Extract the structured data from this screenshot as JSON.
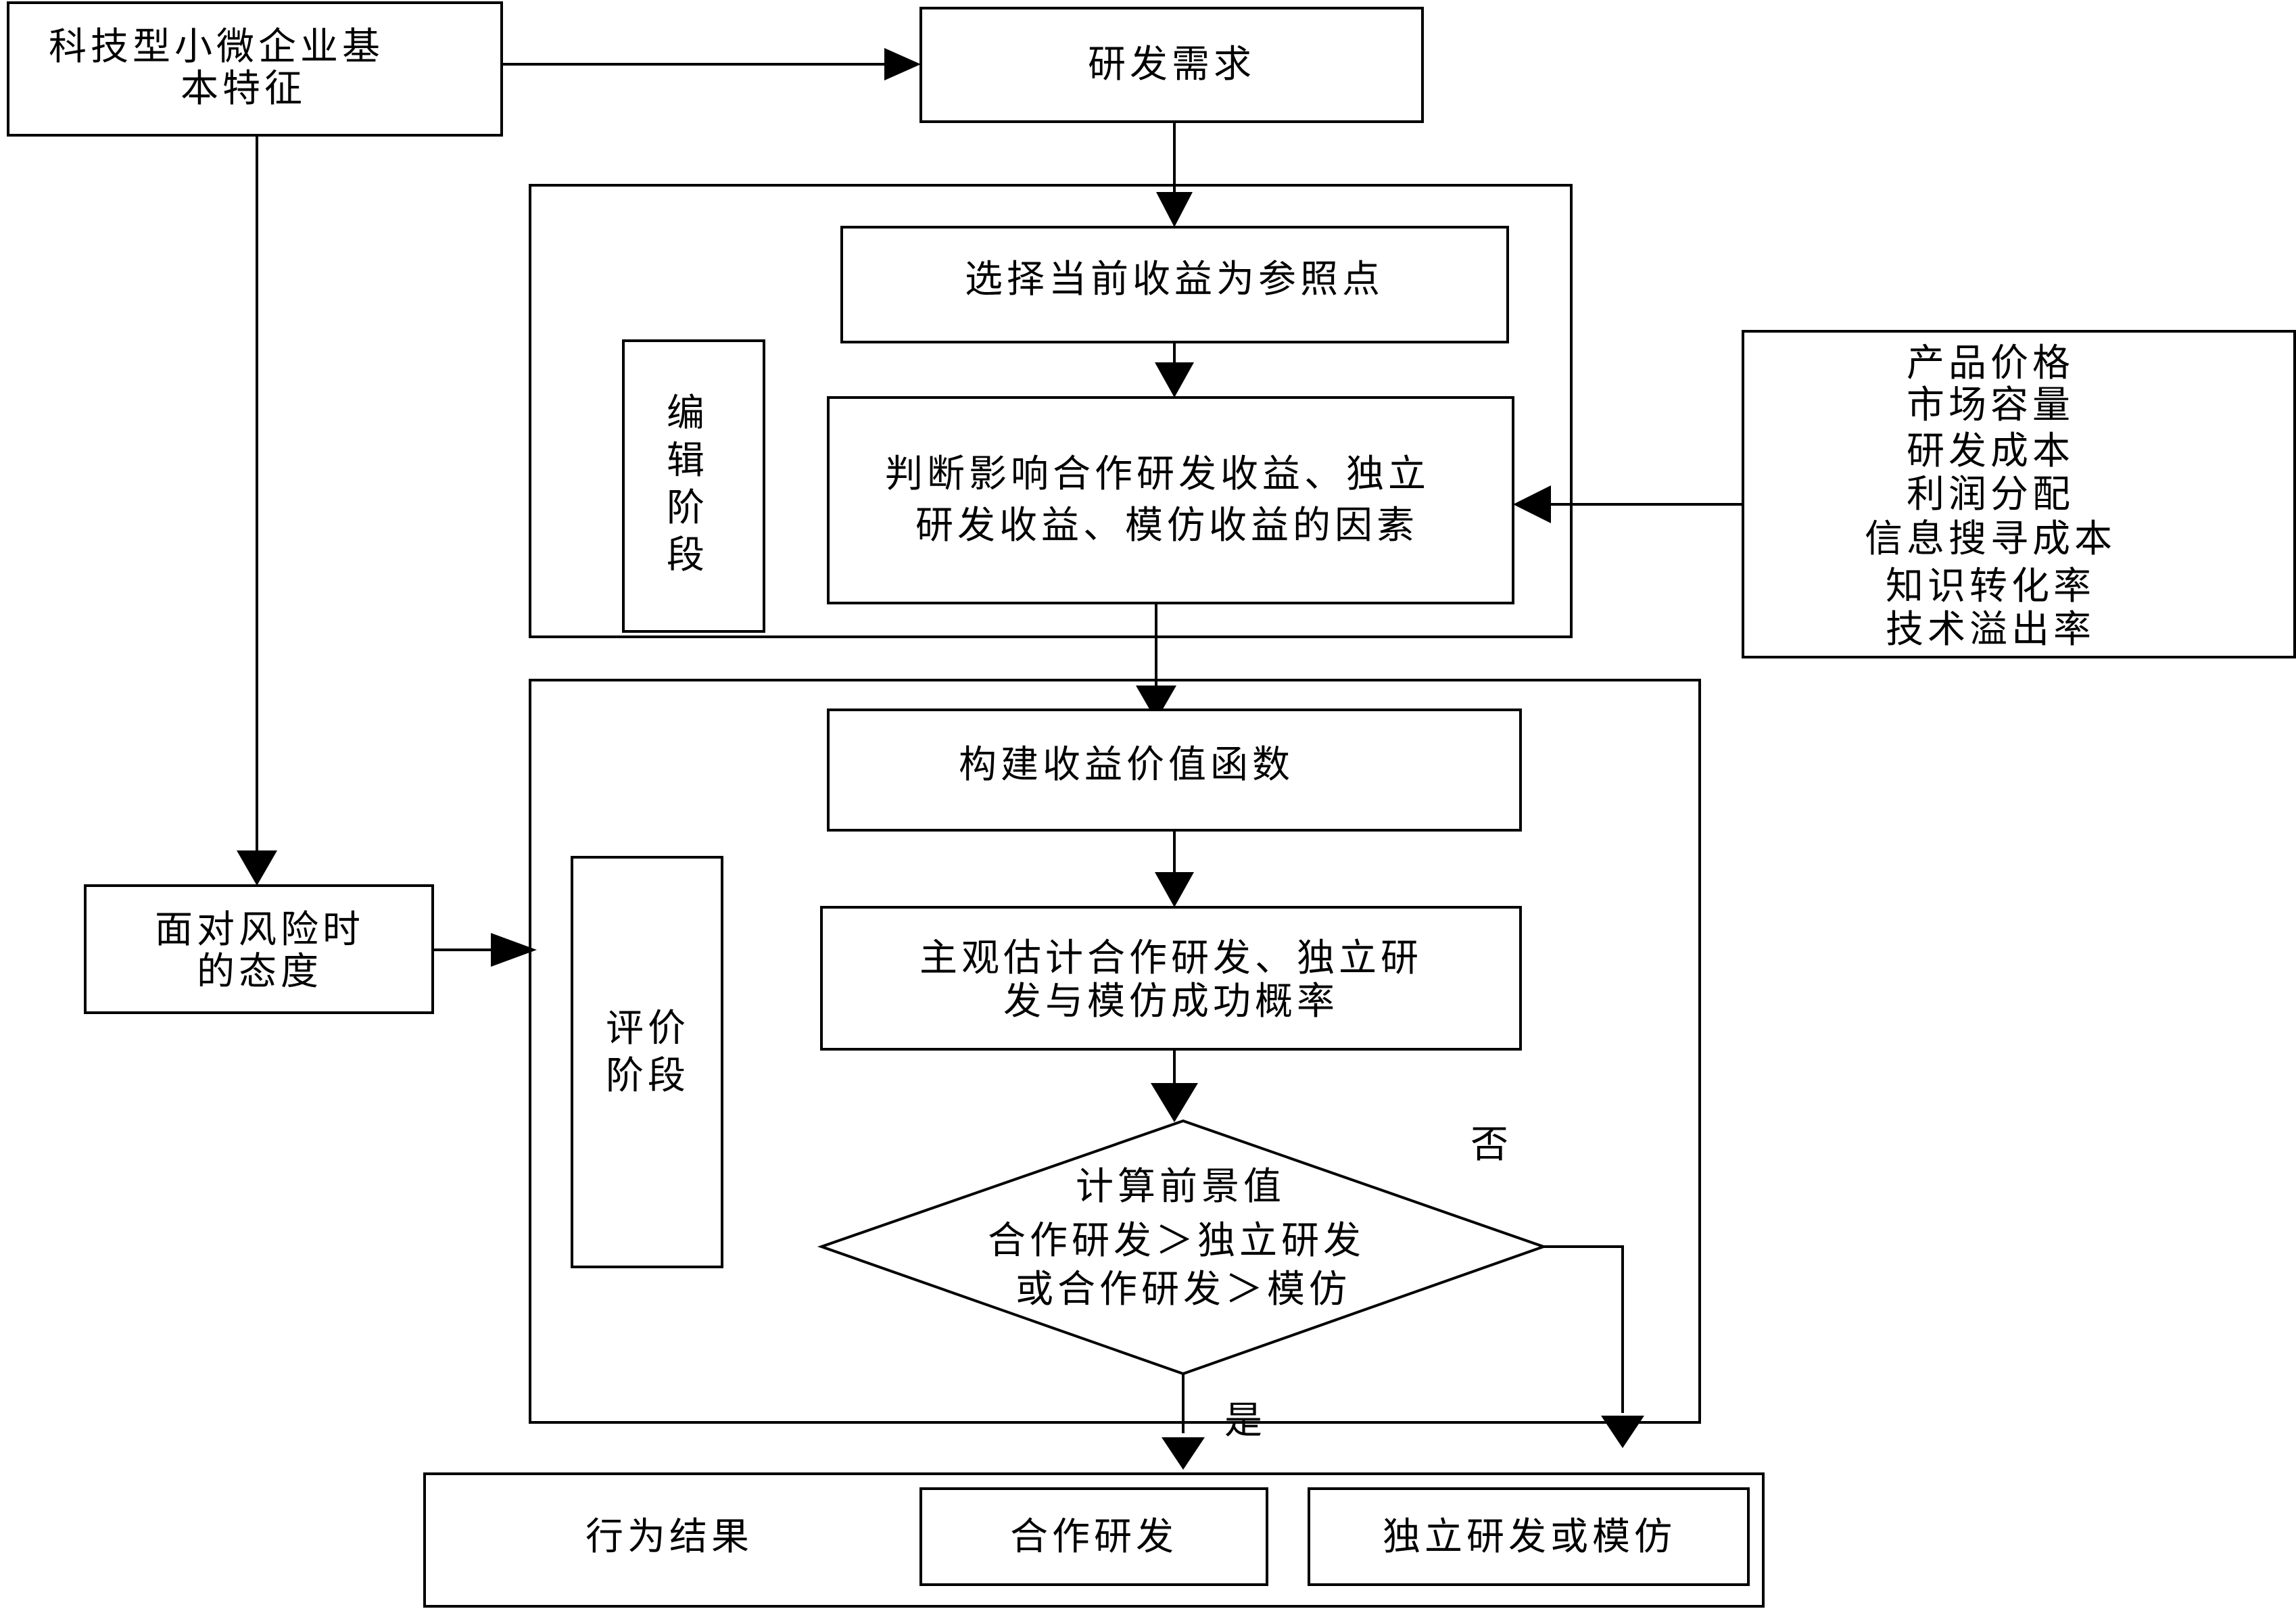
{
  "diagram": {
    "nodes": {
      "sme_features": [
        "科技型小微企业基",
        "本特征"
      ],
      "rd_demand": "研发需求",
      "reference_point": "选择当前收益为参照点",
      "edit_phase": [
        "编",
        "辑",
        "阶",
        "段"
      ],
      "judge_factors": [
        "判断影响合作研发收益、独立",
        "研发收益、模仿收益的因素"
      ],
      "factors_list": [
        "产品价格",
        "市场容量",
        "研发成本",
        "利润分配",
        "信息搜寻成本",
        "知识转化率",
        "技术溢出率"
      ],
      "value_function": "构建收益价值函数",
      "risk_attitude": [
        "面对风险时",
        "的态度"
      ],
      "eval_phase": [
        "评价",
        "阶段"
      ],
      "subjective_prob": [
        "主观估计合作研发、独立研",
        "发与模仿成功概率"
      ],
      "decision": [
        "计算前景值",
        "合作研发＞独立研发",
        "或合作研发＞模仿"
      ],
      "no_label": "否",
      "yes_label": "是",
      "outcome_label": "行为结果",
      "outcome_coop": "合作研发",
      "outcome_indep": "独立研发或模仿"
    }
  }
}
